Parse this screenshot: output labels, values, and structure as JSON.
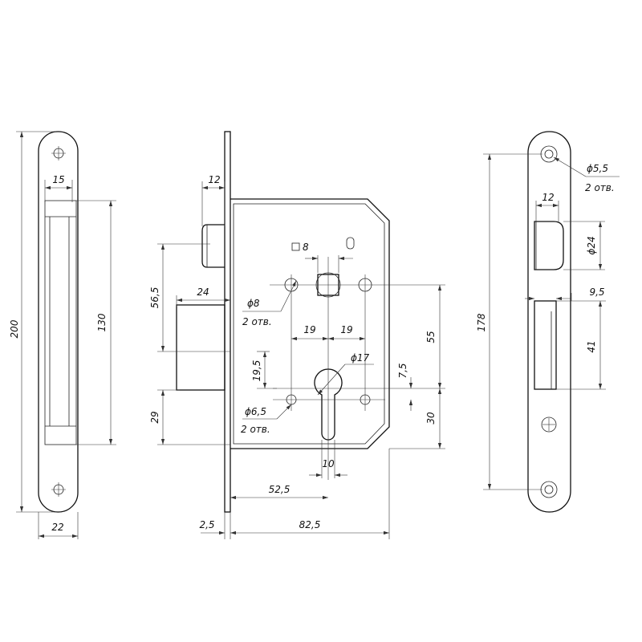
{
  "dimensions": {
    "faceplate_length": "200",
    "faceplate_width": "22",
    "opening_width": "15",
    "opening_height": "130",
    "latch_width": "12",
    "backset_height": "56,5",
    "deadbolt_width": "24",
    "dist_19_5": "19,5",
    "dist_29": "29",
    "spindle_square": "8",
    "hole_d8": "ϕ8",
    "hole_d8_qty": "2 отв.",
    "spacing_19_left": "19",
    "spacing_19_right": "19",
    "cylinder_d17": "ϕ17",
    "dist_7_5": "7,5",
    "dist_55": "55",
    "hole_d6_5": "ϕ6,5",
    "hole_d6_5_qty": "2 отв.",
    "dist_30": "30",
    "slot_width": "10",
    "backset_52_5": "52,5",
    "plate_thickness": "2,5",
    "body_width": "82,5",
    "strike_length": "178",
    "strike_hole": "ϕ5,5",
    "strike_hole_qty": "2 отв.",
    "strike_latch_width": "12",
    "strike_latch_height": "ϕ24",
    "strike_bolt_width": "9,5",
    "strike_bolt_height": "41"
  }
}
